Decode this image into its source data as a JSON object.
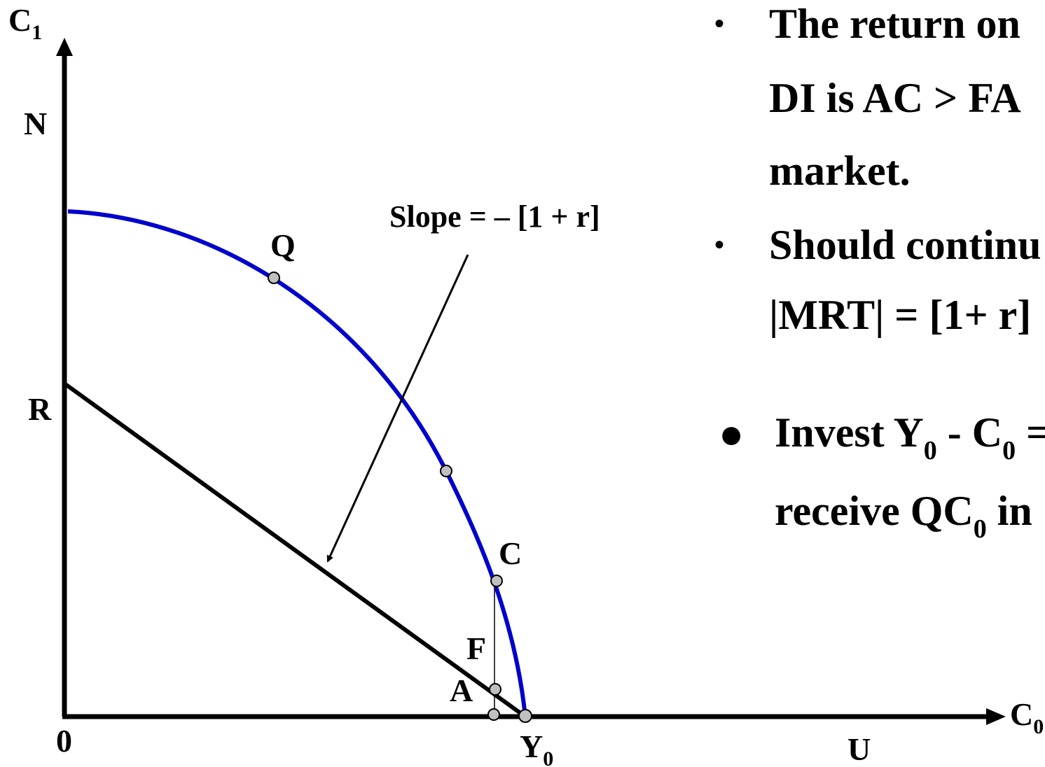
{
  "diagram": {
    "axis_labels": {
      "y_main": "C",
      "y_sub": "1",
      "x_main": "C",
      "x_sub": "0",
      "origin": "0",
      "y0_main": "Y",
      "y0_sub": "0"
    },
    "point_labels": {
      "N": "N",
      "R": "R",
      "Q": "Q",
      "C": "C",
      "F": "F",
      "A": "A",
      "U": "U"
    },
    "slope_annotation": "Slope = – [1 + r]",
    "colors": {
      "frontier": "#0000cc",
      "axes": "#000000",
      "marker_fill": "#c0c0c0"
    }
  },
  "bullets": [
    {
      "marker": "•",
      "lines": [
        "The return on",
        "DI  is AC > FA",
        "market."
      ]
    },
    {
      "marker": "•",
      "lines": [
        "Should continu",
        "|MRT| = [1+ r]"
      ]
    },
    {
      "marker": "●",
      "line1": {
        "a": "Invest Y",
        "a_sub": "0",
        "b": " - C",
        "b_sub": "0",
        "c": " ="
      },
      "line2": {
        "a": "receive QC",
        "a_sub": "0",
        "b": " in"
      }
    }
  ]
}
